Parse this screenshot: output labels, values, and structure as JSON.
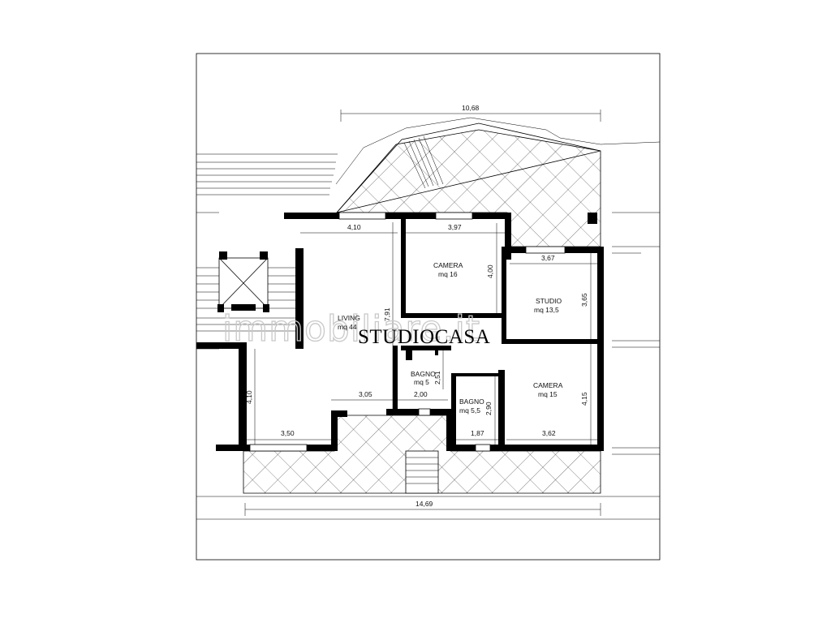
{
  "watermark": "immobiliare.it",
  "brand": "STUDIOCASA",
  "rooms": {
    "living": {
      "name": "LIVING",
      "area": "mq 44"
    },
    "camera1": {
      "name": "CAMERA",
      "area": "mq 16"
    },
    "studio": {
      "name": "STUDIO",
      "area": "mq 13,5"
    },
    "bagno1": {
      "name": "BAGNO",
      "area": "mq 5"
    },
    "bagno2": {
      "name": "BAGNO",
      "area": "mq 5,5"
    },
    "camera2": {
      "name": "CAMERA",
      "area": "mq 15"
    }
  },
  "dimensions": {
    "terrace_top": "10,68",
    "living_top": "4,10",
    "camera1_width": "3,97",
    "camera1_depth": "4,00",
    "studio_width": "3,67",
    "studio_depth": "3,65",
    "living_depth": "7,91",
    "bagno1_depth": "2,51",
    "bagno1_width": "2,00",
    "bagno2_depth": "2,90",
    "bagno2_width": "1,87",
    "camera2_width": "3,62",
    "camera2_depth": "4,15",
    "living_left_depth": "4,10",
    "living_mid": "3,05",
    "living_bottom": "3,50",
    "total_width": "14,69"
  }
}
